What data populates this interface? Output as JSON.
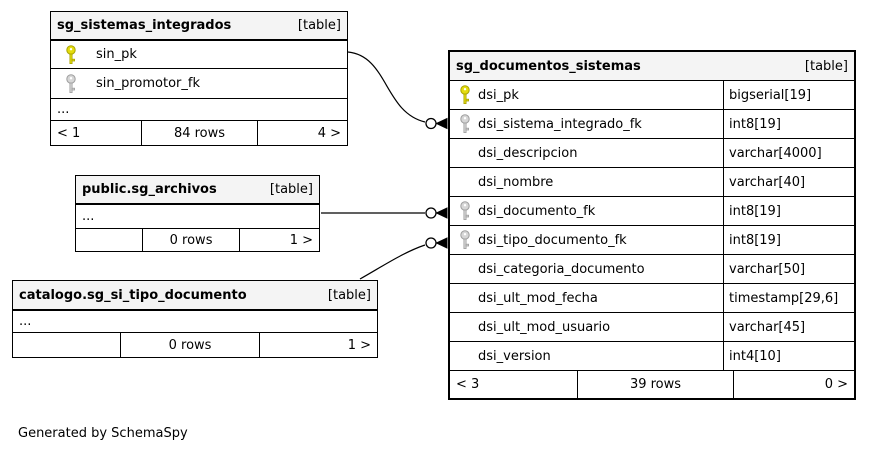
{
  "diagram": {
    "generator_note": "Generated by SchemaSpy"
  },
  "colors": {
    "primary_key_icon": "#e4dc0e",
    "foreign_key_icon": "#d6d6d6",
    "table_header_bg": "#f4f4f4",
    "connector": "#000000"
  },
  "icons": {
    "primary_key": "key-icon-yellow",
    "foreign_key": "key-icon-gray"
  },
  "tables": [
    {
      "title": "sg_sistemas_integrados",
      "tag": "[table]",
      "rows": [
        {
          "name": "sin_pk",
          "key": "pk"
        },
        {
          "name": "sin_promotor_fk",
          "key": "fk"
        },
        {
          "name": "..."
        }
      ],
      "footer": {
        "left": "< 1",
        "center": "84 rows",
        "right": "4 >"
      }
    },
    {
      "title": "public.sg_archivos",
      "tag": "[table]",
      "rows": [
        {
          "name": "..."
        }
      ],
      "footer": {
        "left": "",
        "center": "0 rows",
        "right": "1 >"
      }
    },
    {
      "title": "catalogo.sg_si_tipo_documento",
      "tag": "[table]",
      "rows": [
        {
          "name": "..."
        }
      ],
      "footer": {
        "left": "",
        "center": "0 rows",
        "right": "1 >"
      }
    },
    {
      "title": "sg_documentos_sistemas",
      "tag": "[table]",
      "rows": [
        {
          "name": "dsi_pk",
          "key": "pk",
          "type": "bigserial[19]"
        },
        {
          "name": "dsi_sistema_integrado_fk",
          "key": "fk",
          "type": "int8[19]"
        },
        {
          "name": "dsi_descripcion",
          "key": "",
          "type": "varchar[4000]"
        },
        {
          "name": "dsi_nombre",
          "key": "",
          "type": "varchar[40]"
        },
        {
          "name": "dsi_documento_fk",
          "key": "fk",
          "type": "int8[19]"
        },
        {
          "name": "dsi_tipo_documento_fk",
          "key": "fk",
          "type": "int8[19]"
        },
        {
          "name": "dsi_categoria_documento",
          "key": "",
          "type": "varchar[50]"
        },
        {
          "name": "dsi_ult_mod_fecha",
          "key": "",
          "type": "timestamp[29,6]"
        },
        {
          "name": "dsi_ult_mod_usuario",
          "key": "",
          "type": "varchar[45]"
        },
        {
          "name": "dsi_version",
          "key": "",
          "type": "int4[10]"
        }
      ],
      "footer": {
        "left": "< 3",
        "center": "39 rows",
        "right": "0 >"
      }
    }
  ]
}
